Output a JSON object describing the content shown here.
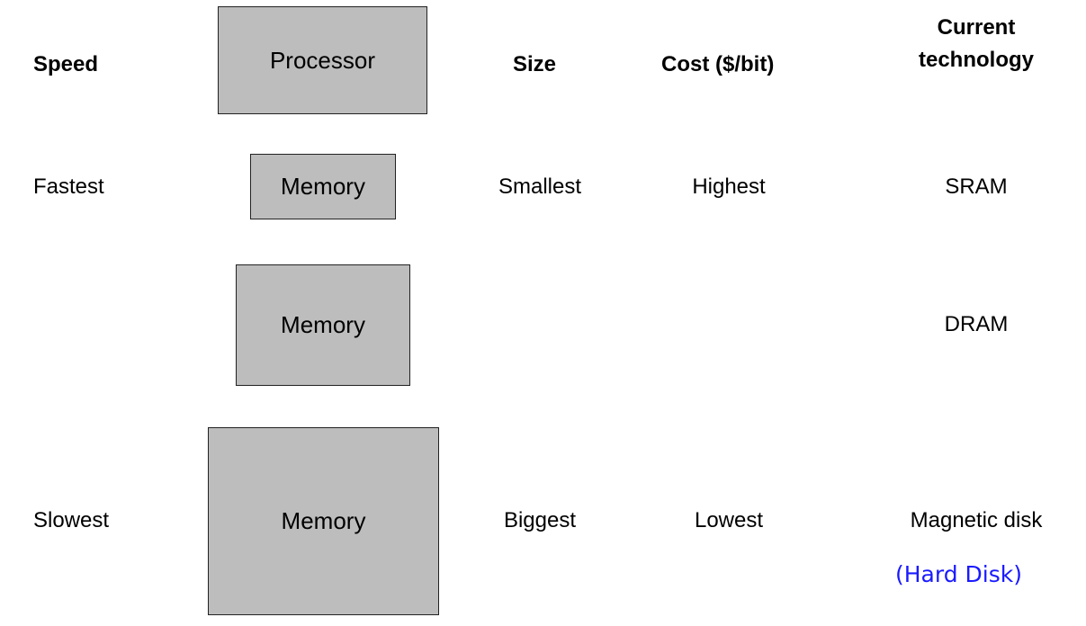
{
  "headers": {
    "speed": "Speed",
    "size": "Size",
    "cost": "Cost ($/bit)",
    "technology_line1": "Current",
    "technology_line2": "technology"
  },
  "processor": {
    "label": "Processor"
  },
  "levels": [
    {
      "memory_label": "Memory",
      "speed": "Fastest",
      "size": "Smallest",
      "cost": "Highest",
      "technology": "SRAM"
    },
    {
      "memory_label": "Memory",
      "speed": "",
      "size": "",
      "cost": "",
      "technology": "DRAM"
    },
    {
      "memory_label": "Memory",
      "speed": "Slowest",
      "size": "Biggest",
      "cost": "Lowest",
      "technology": "Magnetic disk"
    }
  ],
  "note": {
    "text": "(Hard Disk)",
    "color": "#1a1aff"
  },
  "colors": {
    "box_fill": "#bdbdbd",
    "box_border": "#222222"
  }
}
